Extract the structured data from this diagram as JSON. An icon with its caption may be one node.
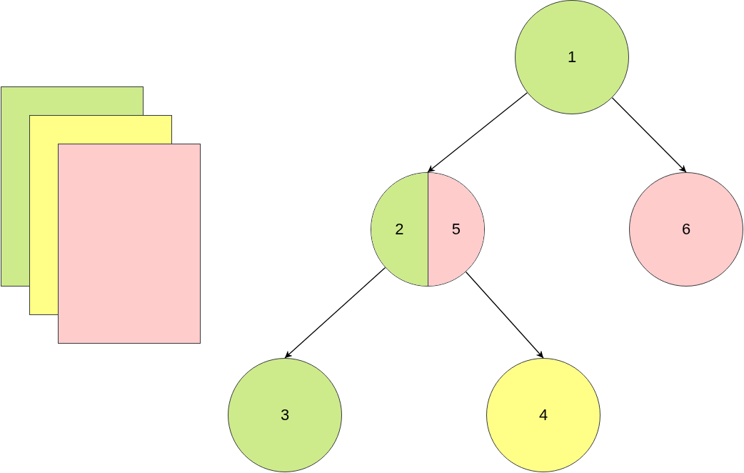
{
  "diagram": {
    "nodes": [
      {
        "text": [],
        "shape": "box"
      },
      {
        "text": [],
        "shape": "box"
      },
      {
        "text": [],
        "shape": "box"
      },
      {
        "text": [
          "1"
        ]
      },
      {
        "text": [
          "2",
          "5"
        ]
      },
      {
        "text": [
          "6"
        ]
      },
      {
        "text": [
          "3"
        ]
      },
      {
        "text": [
          "4"
        ]
      }
    ],
    "edges": [
      {
        "from": 3,
        "to": 4,
        "arrow": "to"
      },
      {
        "from": 3,
        "to": 5,
        "arrow": "to"
      },
      {
        "from": 4,
        "to": 6,
        "arrow": "to"
      },
      {
        "from": 4,
        "to": 7,
        "arrow": "to"
      }
    ]
  }
}
